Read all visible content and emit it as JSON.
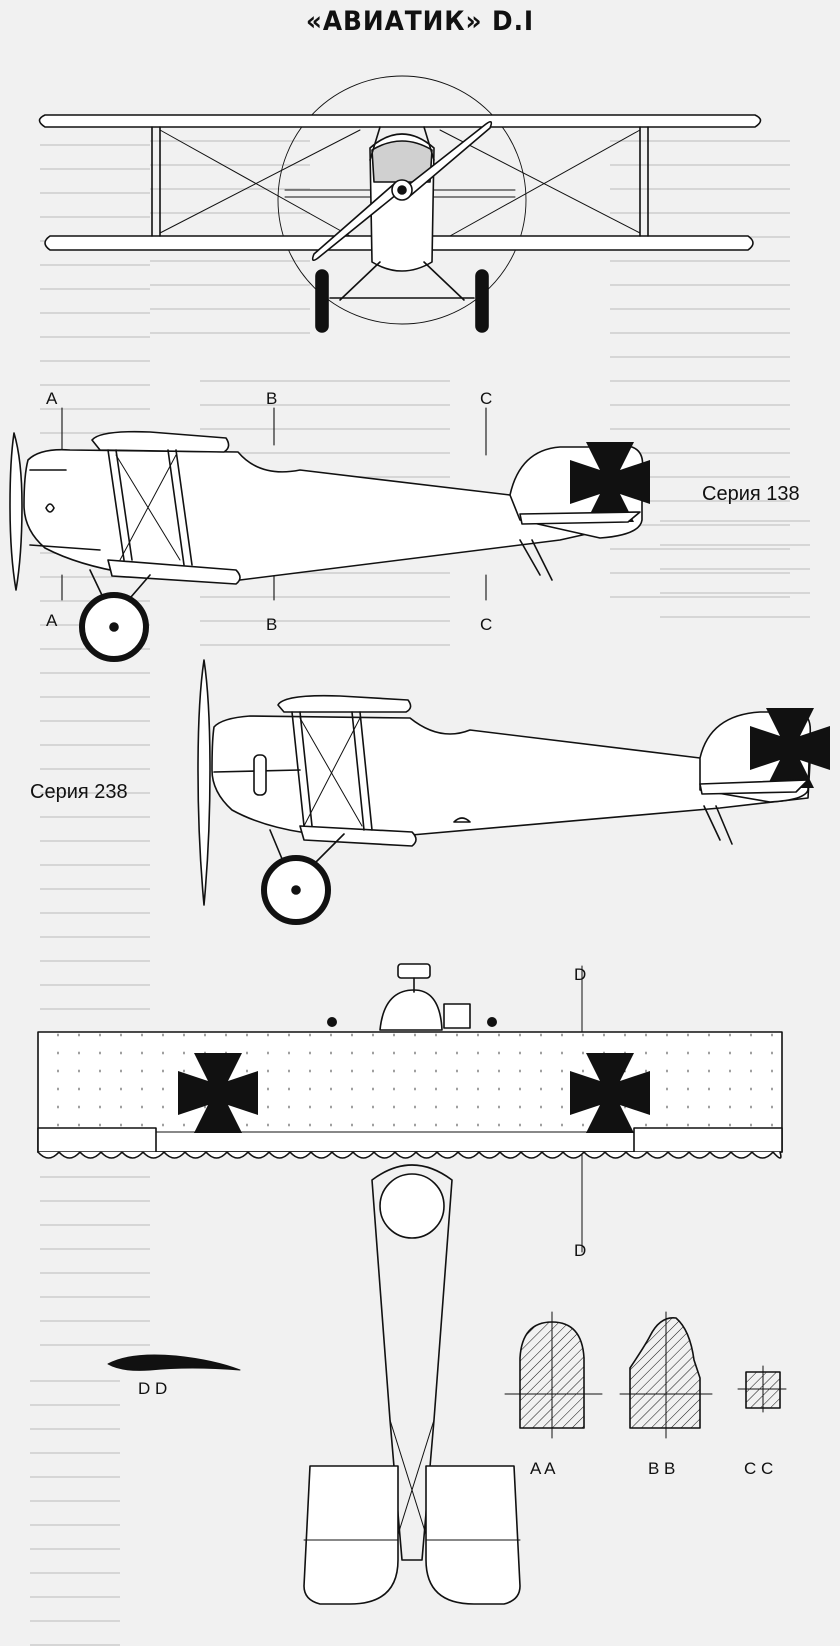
{
  "title": "«АВИАТИК» D.I",
  "series_labels": {
    "s138": "Серия 138",
    "s238": "Серия 238"
  },
  "section_letters": {
    "a": "A",
    "b": "B",
    "c": "C",
    "d": "D"
  },
  "section_pairs": {
    "aa": "A A",
    "bb": "B B",
    "cc": "C C",
    "dd": "D D"
  },
  "colors": {
    "ink": "#111111",
    "paper": "#f1f1f1",
    "ghost_text": "#c9c9c9"
  }
}
